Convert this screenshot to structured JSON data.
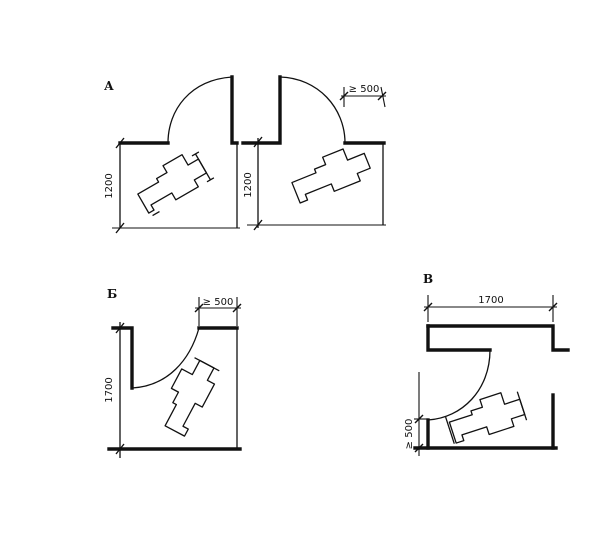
{
  "variants": {
    "a": {
      "label": "А",
      "dim_height": "1200",
      "dim_clearance": "≥ 500"
    },
    "b": {
      "label": "Б",
      "dim_height": "1700",
      "dim_clearance": "≥ 500"
    },
    "c": {
      "label": "В",
      "dim_width": "1700",
      "dim_clearance": "≥ 500"
    }
  }
}
